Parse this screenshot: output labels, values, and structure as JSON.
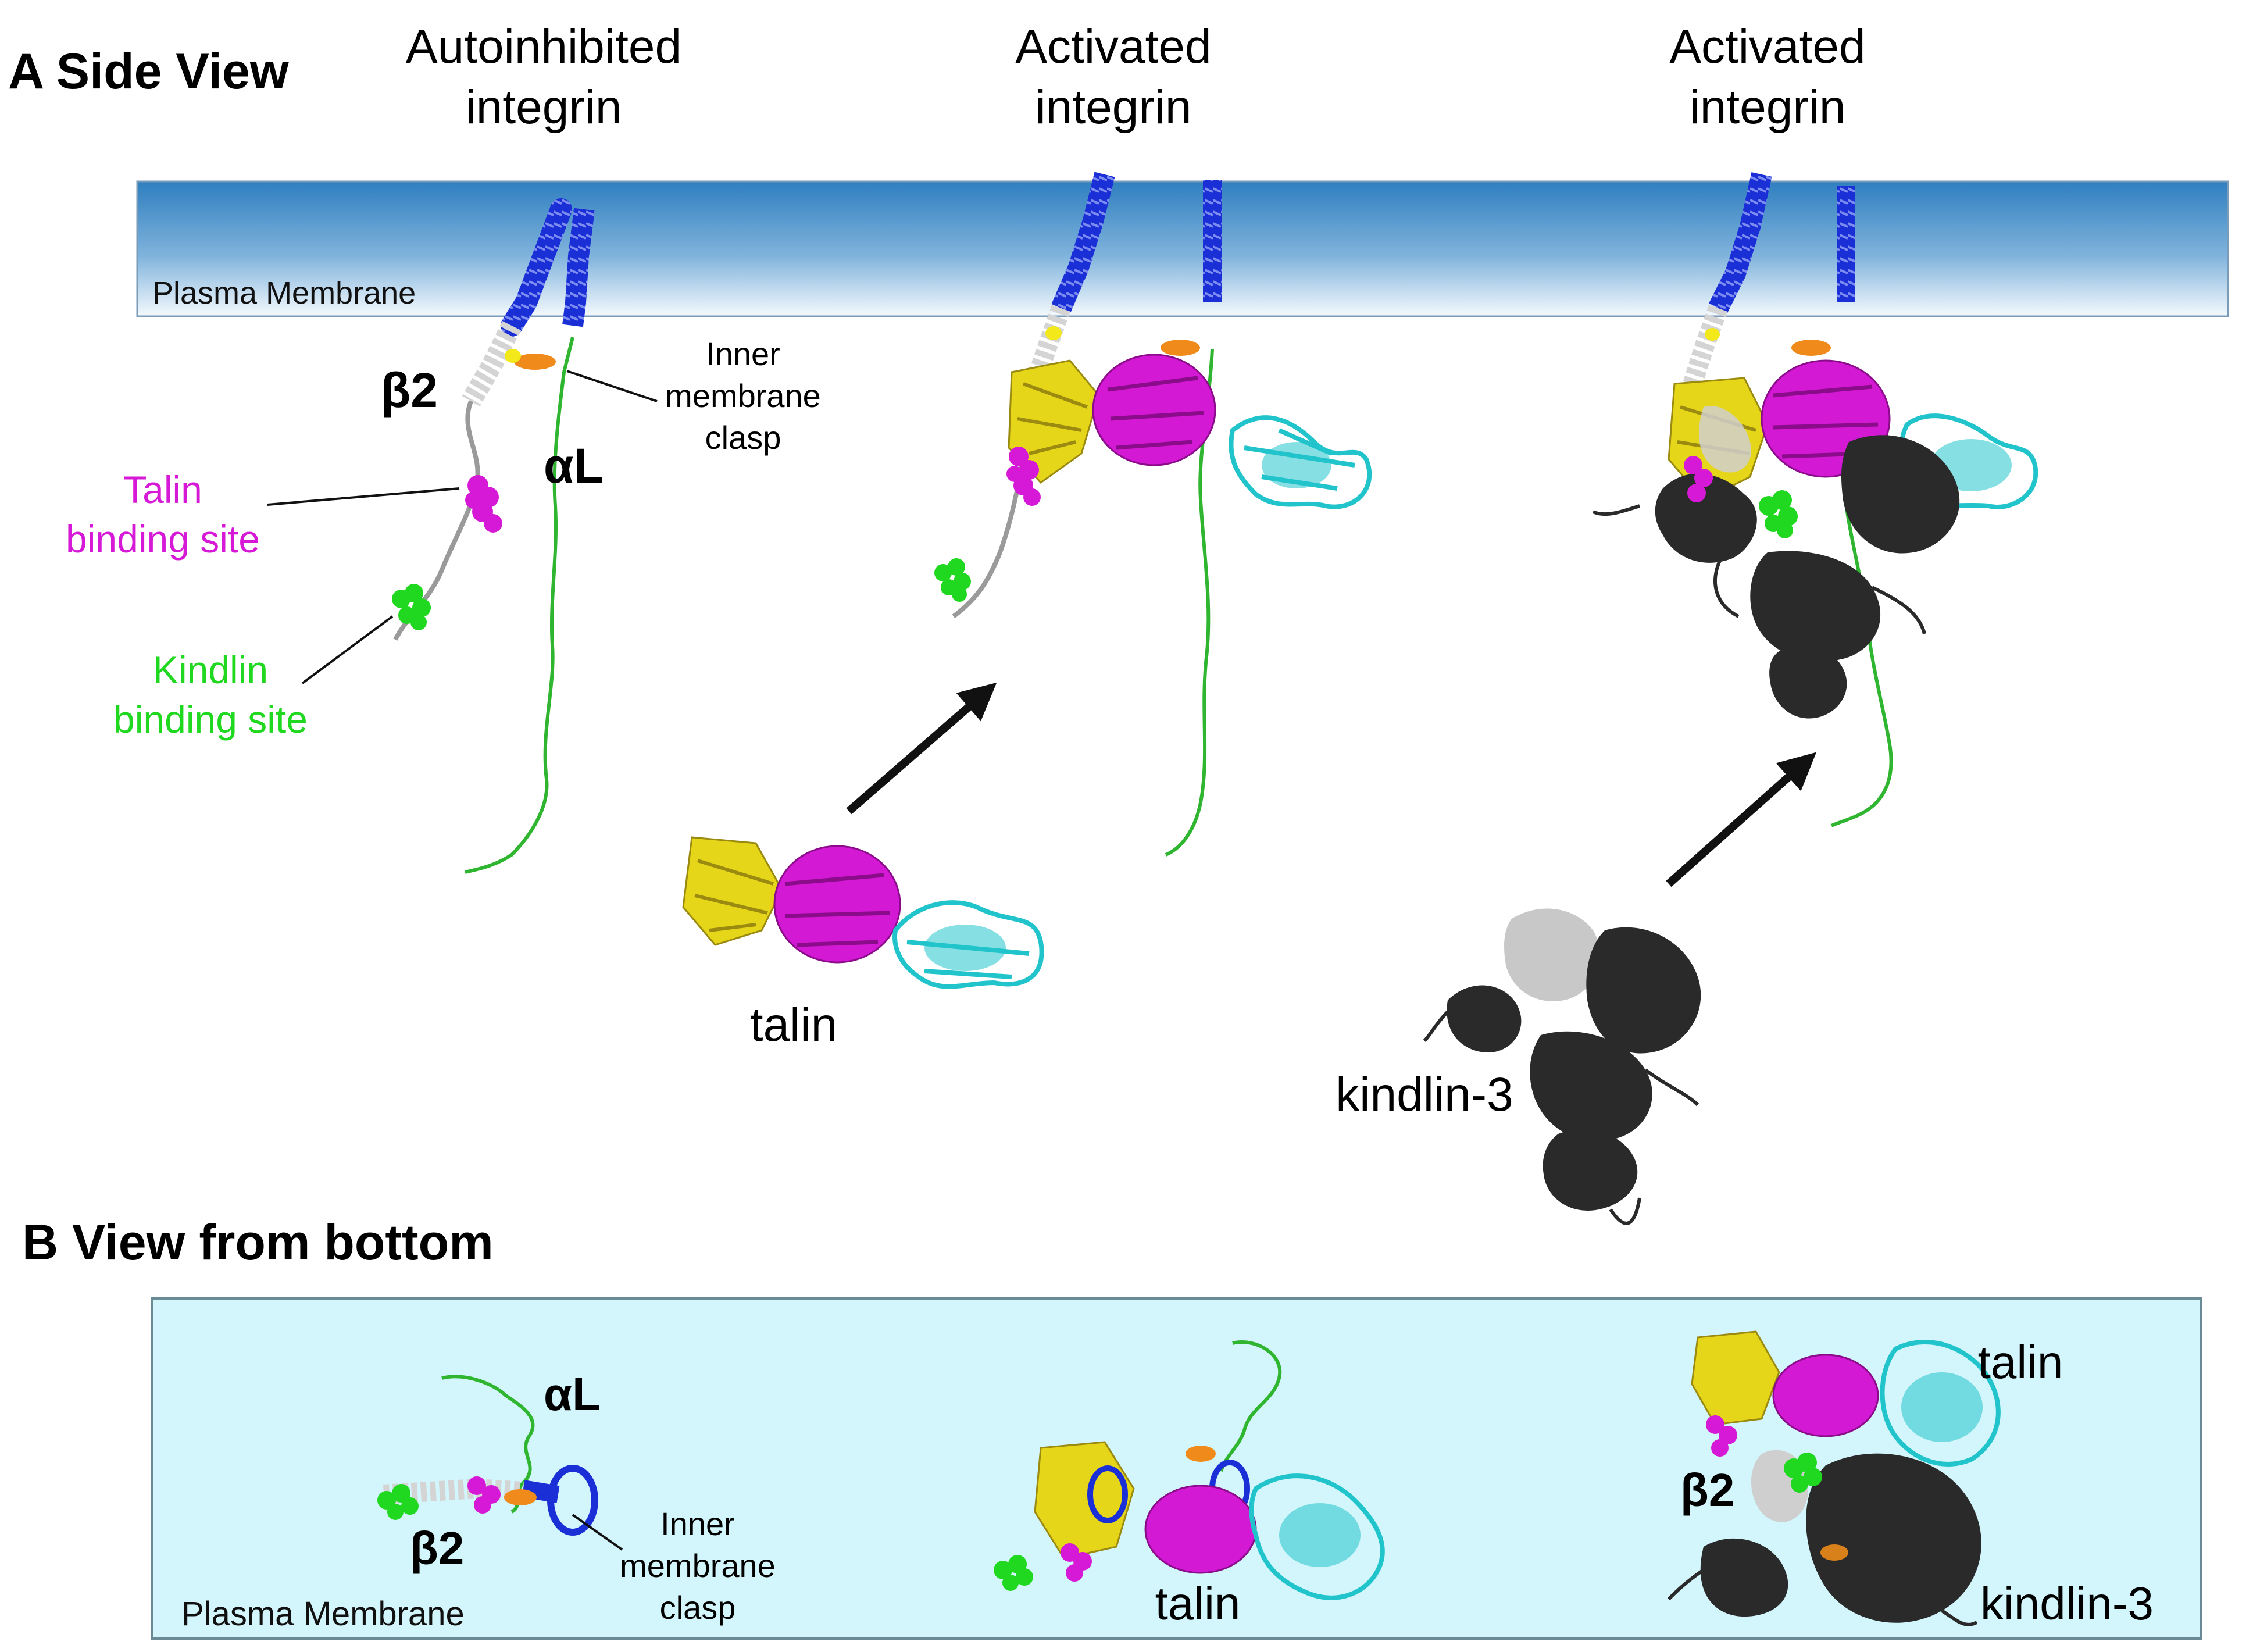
{
  "panel_a": {
    "heading": "A Side View",
    "columns": [
      {
        "line1": "Autoinhibited",
        "line2": "integrin"
      },
      {
        "line1": "Activated",
        "line2": "integrin"
      },
      {
        "line1": "Activated",
        "line2": "integrin"
      }
    ],
    "membrane_label": "Plasma Membrane",
    "beta2": "β2",
    "alphaL": "αL",
    "clasp": {
      "line1": "Inner",
      "line2": "membrane",
      "line3": "clasp"
    },
    "talin_site": {
      "line1": "Talin",
      "line2": "binding site"
    },
    "kindlin_site": {
      "line1": "Kindlin",
      "line2": "binding site"
    },
    "talin": "talin",
    "kindlin": "kindlin-3"
  },
  "panel_b": {
    "heading": "B View from bottom",
    "membrane_label": "Plasma Membrane",
    "alphaL": "αL",
    "beta2_left": "β2",
    "beta2_right": "β2",
    "clasp": {
      "line1": "Inner",
      "line2": "membrane",
      "line3": "clasp"
    },
    "talin_mid": "talin",
    "talin_right": "talin",
    "kindlin": "kindlin-3"
  },
  "colors": {
    "beta_tm": "#1a2fd6",
    "beta_cyto": "#d8d8d8",
    "alpha_tail": "#2fb52f",
    "talin_f1": "#e6d61a",
    "talin_f2": "#d419d4",
    "talin_f3": "#22c4cc",
    "kindlin": "#2a2a2a",
    "talin_site": "#d619d6",
    "kindlin_site": "#1fd81f",
    "clasp": "#f08a1a",
    "membrane_top": "#2f7fc0",
    "membrane_b": "#d2f6fb"
  },
  "icons": [
    "arrow-icon",
    "arrow-icon"
  ]
}
